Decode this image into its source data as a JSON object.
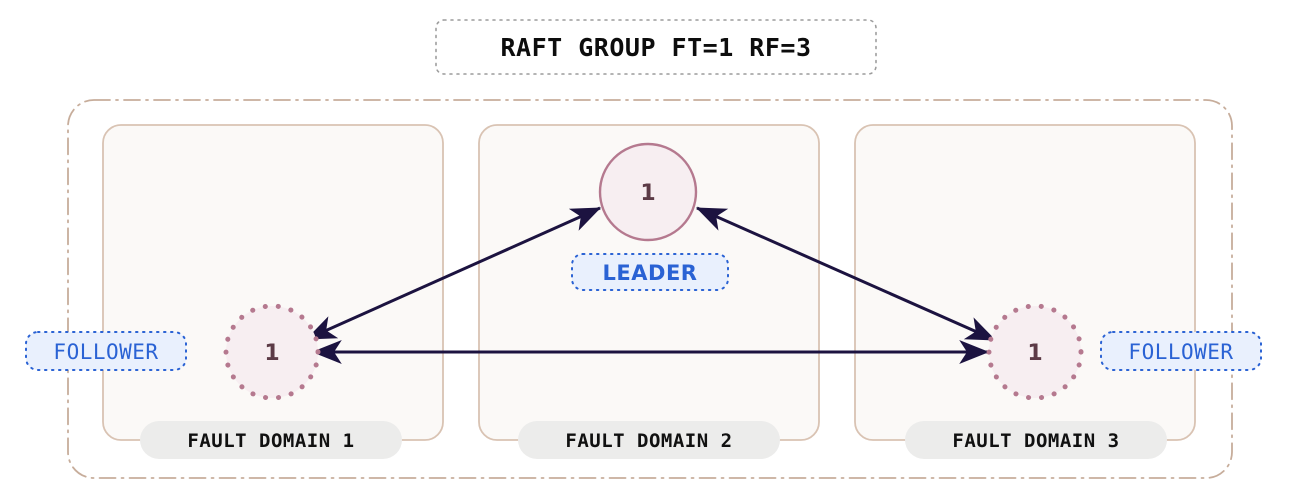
{
  "diagram": {
    "title": "RAFT GROUP FT=1 RF=3",
    "background_color": "#ffffff",
    "outer_container": {
      "name": "raft-group-boundary",
      "border_color": "#c7ad9b",
      "border_style": "dash-dot",
      "fill": "none"
    },
    "fault_domains": [
      {
        "label": "FAULT DOMAIN 1",
        "fill": "#fbf9f7",
        "border_color": "#d9c3b3"
      },
      {
        "label": "FAULT DOMAIN 2",
        "fill": "#fbf9f7",
        "border_color": "#d9c3b3"
      },
      {
        "label": "FAULT DOMAIN 3",
        "fill": "#fbf9f7",
        "border_color": "#d9c3b3"
      }
    ],
    "domain_label_pill": {
      "fill": "#ececeb",
      "text_color": "#111111"
    },
    "nodes": [
      {
        "id": "follower-1",
        "value": "1",
        "role": "FOLLOWER",
        "border_style": "dotted",
        "fill": "#f7eef1",
        "border_color": "#b5798f",
        "text_color": "#5c3a46",
        "domain": "FAULT DOMAIN 1"
      },
      {
        "id": "leader",
        "value": "1",
        "role": "LEADER",
        "border_style": "solid",
        "fill": "#f7eef1",
        "border_color": "#b5798f",
        "text_color": "#5c3a46",
        "domain": "FAULT DOMAIN 2"
      },
      {
        "id": "follower-3",
        "value": "1",
        "role": "FOLLOWER",
        "border_style": "dotted",
        "fill": "#f7eef1",
        "border_color": "#b5798f",
        "text_color": "#5c3a46",
        "domain": "FAULT DOMAIN 3"
      }
    ],
    "role_badges": {
      "leader_label": "LEADER",
      "follower_left_label": "FOLLOWER",
      "follower_right_label": "FOLLOWER",
      "fill": "#e9f0fd",
      "border_color": "#2a62d4",
      "text_color": "#2a62d4"
    },
    "connections": [
      {
        "from": "follower-1",
        "to": "leader",
        "bidirectional": true,
        "color": "#1c1340"
      },
      {
        "from": "leader",
        "to": "follower-3",
        "bidirectional": true,
        "color": "#1c1340"
      },
      {
        "from": "follower-1",
        "to": "follower-3",
        "bidirectional": true,
        "color": "#1c1340"
      }
    ],
    "title_box": {
      "border_color": "#9c9c9c",
      "border_style": "dotted",
      "fill": "none"
    }
  }
}
